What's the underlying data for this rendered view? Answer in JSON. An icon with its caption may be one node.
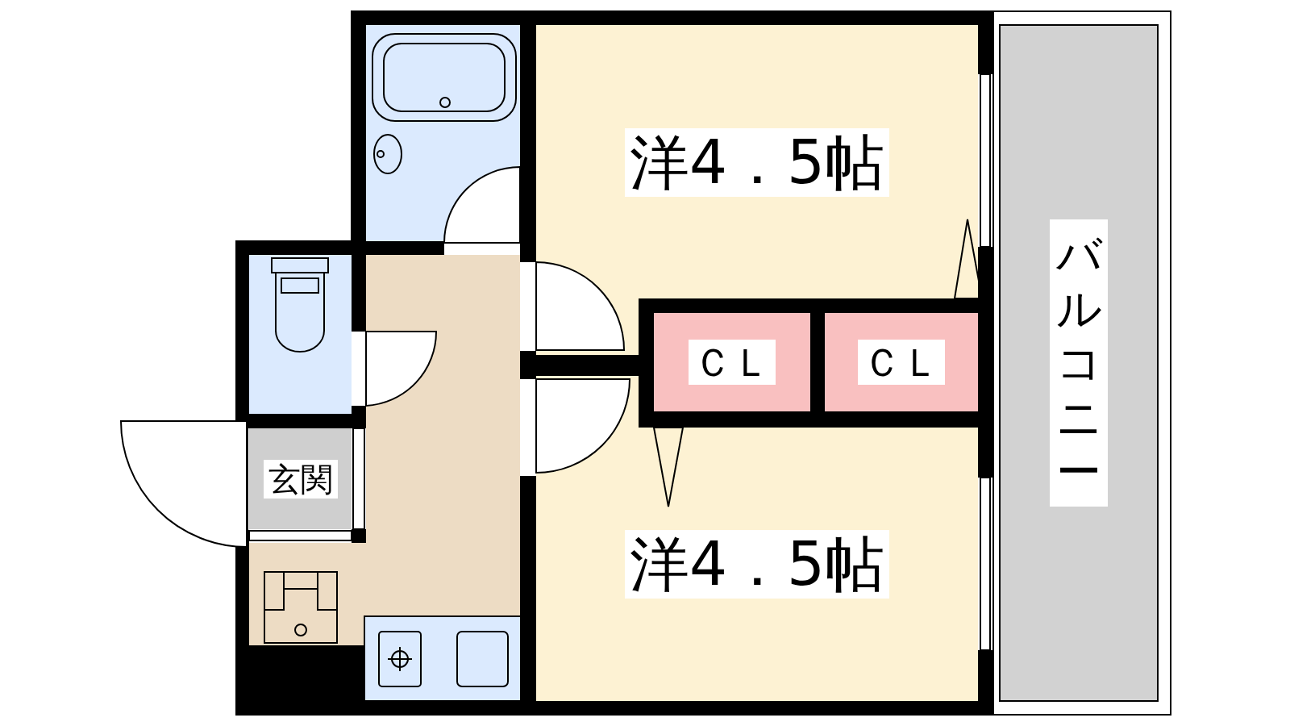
{
  "diagram": {
    "nodes": [
      {
        "text": [
          "洋4．5帖"
        ]
      },
      {
        "text": [
          "ＣＬ"
        ]
      },
      {
        "text": [
          "ＣＬ"
        ]
      },
      {
        "text": [
          "バルコニー"
        ]
      },
      {
        "text": [
          "玄関"
        ]
      },
      {
        "text": [
          "洋4．5帖"
        ]
      }
    ]
  }
}
